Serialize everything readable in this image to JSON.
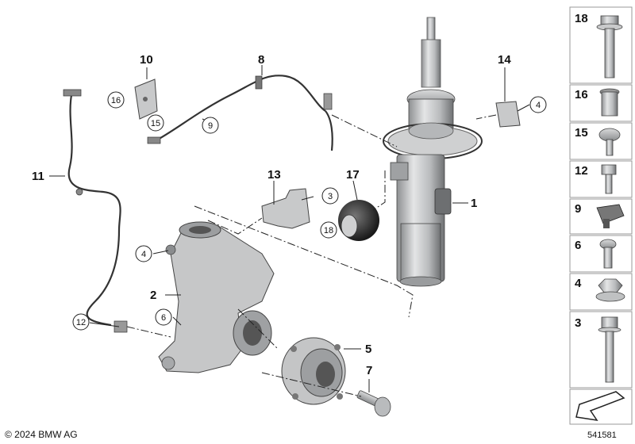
{
  "callouts": {
    "n1": "1",
    "n2": "2",
    "n3": "3",
    "n4": "4",
    "n5": "5",
    "n6": "6",
    "n7": "7",
    "n8": "8",
    "n9": "9",
    "n10": "10",
    "n11": "11",
    "n12": "12",
    "n13": "13",
    "n14": "14",
    "n15": "15",
    "n16": "16",
    "n17": "17",
    "n18": "18"
  },
  "sidebar": {
    "items": [
      {
        "label": "18",
        "icon": "flange-bolt-icon"
      },
      {
        "label": "16",
        "icon": "spacer-sleeve-icon"
      },
      {
        "label": "15",
        "icon": "torx-screw-icon"
      },
      {
        "label": "12",
        "icon": "hex-screw-icon"
      },
      {
        "label": "9",
        "icon": "cable-clip-icon"
      },
      {
        "label": "6",
        "icon": "socket-screw-icon"
      },
      {
        "label": "4",
        "icon": "flange-nut-icon"
      },
      {
        "label": "3",
        "icon": "long-bolt-icon"
      },
      {
        "label": "",
        "icon": "direction-arrow-icon"
      }
    ]
  },
  "footer": {
    "copyright": "© 2024 BMW AG",
    "diagram_id": "541581"
  }
}
